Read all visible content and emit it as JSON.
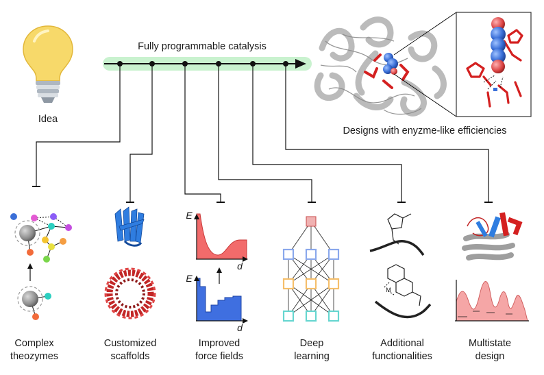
{
  "timeline": {
    "title": "Fully programmable catalysis"
  },
  "idea": {
    "label": "Idea"
  },
  "designs": {
    "caption": "Designs with enyzme-like efficiencies"
  },
  "force_field": {
    "energy_axis": "E",
    "distance_axis": "d"
  },
  "columns": [
    {
      "caption": "Complex\ntheozymes"
    },
    {
      "caption": "Customized\nscaffolds"
    },
    {
      "caption": "Improved\nforce fields"
    },
    {
      "caption": "Deep\nlearning"
    },
    {
      "caption": "Additional\nfunctionalities"
    },
    {
      "caption": "Multistate\ndesign"
    }
  ],
  "colors": {
    "timeline_band": "#c9f2cf",
    "bulb_glass": "#f7d96a",
    "bulb_base": "#a9b3bd",
    "ligand": "#3a6fd8",
    "residue": "#d42020",
    "protein": "#b8b8b8",
    "energy_red": "#f26b6b",
    "energy_blue": "#3f6fe0",
    "nn_top": "#f0b2b2",
    "nn_blue": "#8aa8ec",
    "nn_orange": "#f5bf6b",
    "nn_teal": "#66d6d0"
  }
}
